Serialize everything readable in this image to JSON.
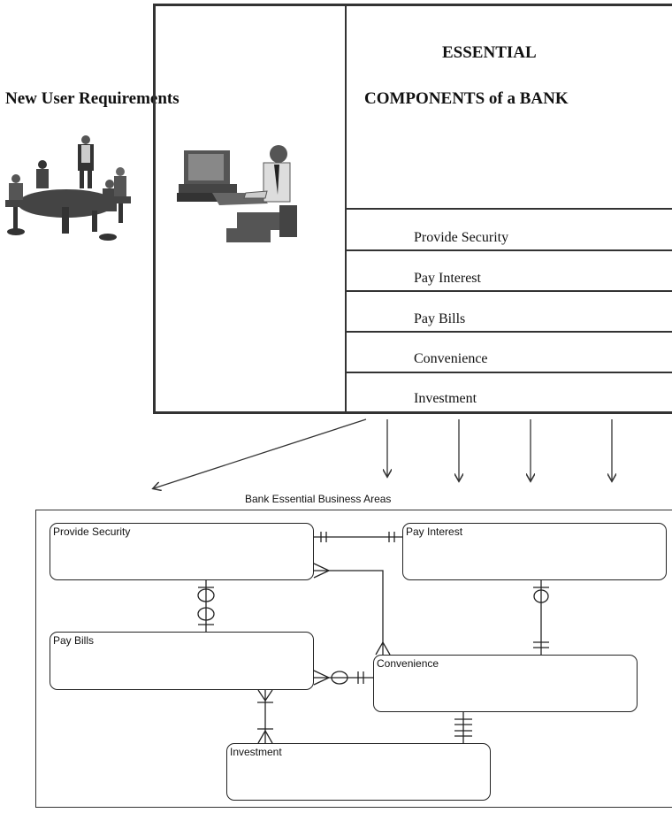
{
  "left_panel": {
    "title": "New User Requirements"
  },
  "component_panel": {
    "title_line1": "ESSENTIAL",
    "title_line2": "COMPONENTS of a BANK",
    "items": [
      "Provide Security",
      "Pay Interest",
      "Pay Bills",
      "Convenience",
      "Investment"
    ]
  },
  "erd": {
    "title": "Bank Essential Business Areas",
    "entities": {
      "provide_security": "Provide Security",
      "pay_interest": "Pay Interest",
      "pay_bills": "Pay Bills",
      "convenience": "Convenience",
      "investment": "Investment"
    }
  }
}
